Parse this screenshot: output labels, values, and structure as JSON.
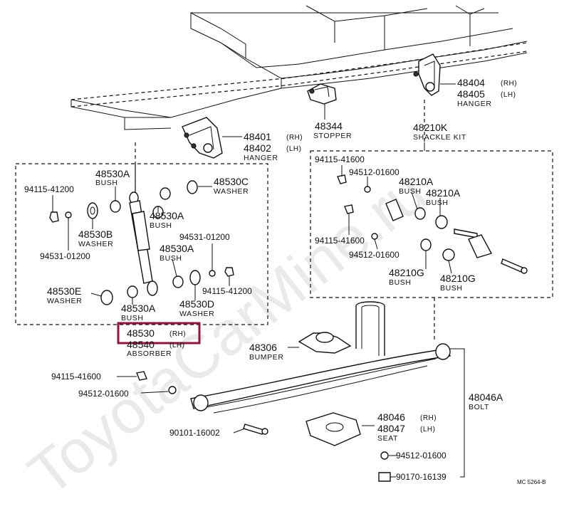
{
  "diagram": {
    "watermark": "ToyotaCarMine.ru",
    "figure_code": "MC 5264-B",
    "highlight_color": "#8b1a3a",
    "parts": {
      "p48401": {
        "number": "48401",
        "side": "(RH)"
      },
      "p48402": {
        "number": "48402",
        "side": "(LH)",
        "caption": "HANGER"
      },
      "p48344": {
        "number": "48344",
        "caption": "STOPPER"
      },
      "p48404": {
        "number": "48404",
        "side": "(RH)"
      },
      "p48405": {
        "number": "48405",
        "side": "(LH)",
        "caption": "HANGER"
      },
      "p48210K": {
        "number": "48210K",
        "caption": "SHACKLE KIT"
      },
      "p48530A_top": {
        "number": "48530A",
        "caption": "BUSH"
      },
      "p48530C": {
        "number": "48530C",
        "caption": "WASHER"
      },
      "p94115_41200_left": {
        "number": "94115-41200"
      },
      "p48530A_mid": {
        "number": "48530A",
        "caption": "BUSH"
      },
      "p48530B": {
        "number": "48530B",
        "caption": "WASHER"
      },
      "p94531_left": {
        "number": "94531-01200"
      },
      "p94531_right": {
        "number": "94531-01200"
      },
      "p48530A_low": {
        "number": "48530A",
        "caption": "BUSH"
      },
      "p94115_41200_right": {
        "number": "94115-41200"
      },
      "p48530E": {
        "number": "48530E",
        "caption": "WASHER"
      },
      "p48530A_bot": {
        "number": "48530A",
        "caption": "BUSH"
      },
      "p48530D": {
        "number": "48530D",
        "caption": "WASHER"
      },
      "p48530": {
        "number": "48530",
        "side": "(RH)"
      },
      "p48540": {
        "number": "48540",
        "side": "(LH)",
        "caption": "ABSORBER"
      },
      "p94115_41600_box": {
        "number": "94115-41600"
      },
      "p94512_01600_box": {
        "number": "94512-01600"
      },
      "p48210A_left": {
        "number": "48210A",
        "caption": "BUSH"
      },
      "p48210A_right": {
        "number": "48210A",
        "caption": "BUSH"
      },
      "p94115_41600_box2": {
        "number": "94115-41600"
      },
      "p94512_01600_box2": {
        "number": "94512-01600"
      },
      "p48210G_left": {
        "number": "48210G",
        "caption": "BUSH"
      },
      "p48210G_right": {
        "number": "48210G",
        "caption": "BUSH"
      },
      "p48306": {
        "number": "48306",
        "caption": "BUMPER"
      },
      "p94115_41600": {
        "number": "94115-41600"
      },
      "p94512_01600": {
        "number": "94512-01600"
      },
      "p48046A": {
        "number": "48046A",
        "caption": "BOLT"
      },
      "p90101": {
        "number": "90101-16002"
      },
      "p48046": {
        "number": "48046",
        "side": "(RH)"
      },
      "p48047": {
        "number": "48047",
        "side": "(LH)",
        "caption": "SEAT"
      },
      "p94512_01600_b": {
        "number": "94512-01600"
      },
      "p90170": {
        "number": "90170-16139"
      }
    }
  }
}
